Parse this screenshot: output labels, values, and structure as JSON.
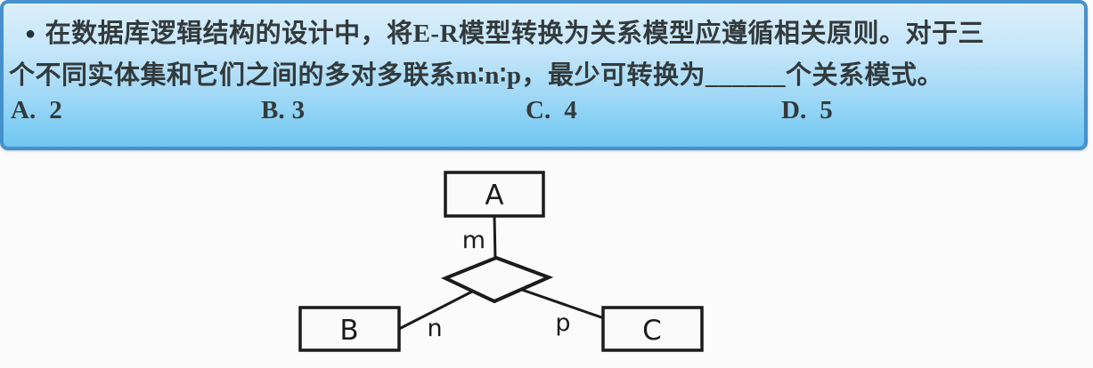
{
  "question": {
    "bullet": "●",
    "line1": "在数据库逻辑结构的设计中，将E-R模型转换为关系模型应遵循相关原则。对于三",
    "line2": "个不同实体集和它们之间的多对多联系m∶n∶p，最少可转换为______个关系模式。",
    "options": [
      {
        "letter": "A.",
        "value": "2"
      },
      {
        "letter": "B.",
        "value": "3"
      },
      {
        "letter": "C.",
        "value": "4"
      },
      {
        "letter": "D.",
        "value": "5"
      }
    ]
  },
  "diagram": {
    "entity_a": "A",
    "entity_b": "B",
    "entity_c": "C",
    "edge_label_m": "m",
    "edge_label_n": "n",
    "edge_label_p": "p"
  },
  "colors": {
    "banner_border": "#4691cd",
    "banner_gradient_top": "#dceffb",
    "banner_gradient_bottom": "#6ec7f2",
    "question_text": "#323a3c",
    "diagram_stroke": "#1b1b1b",
    "page_background": "#fbfbfb"
  }
}
